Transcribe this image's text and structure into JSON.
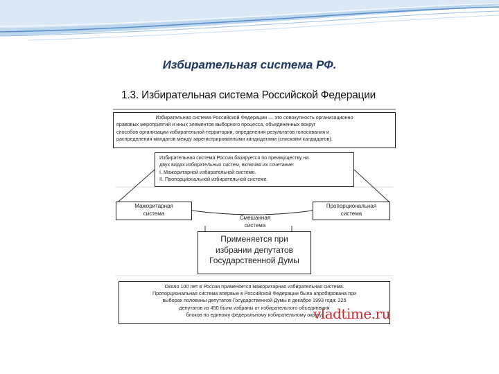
{
  "slide": {
    "title": "Избирательная система РФ."
  },
  "figure": {
    "heading": "1.3. Избирательная система Российской Федерации",
    "definition": {
      "lines": [
        "Избирательная система Российской Федерации — это совокупность организационно",
        "правовых мероприятий и иных элементов выборного процесса, объединенных вокруг",
        "способов организации избирательной территории, определения результатов голосования и",
        "распределения мандатов между зарегистрированными кандидатами (списками кандидатов)."
      ]
    },
    "rf_box": {
      "lines": [
        "Избирательная система России базируется по преимуществу на",
        "двух видах избирательных систем, включая их сочетание:",
        "I. Мажоритарной избирательной системе.",
        "II. Пропорциональной избирательной системе."
      ]
    },
    "majoritarian": {
      "line1": "Мажоритарная",
      "line2": "система"
    },
    "proportional": {
      "line1": "Пропорциональная",
      "line2": "система"
    },
    "mixed": {
      "line1": "Смешанная",
      "line2": "система"
    },
    "duma_box": {
      "line1": "Применяется при",
      "line2": "избрании депутатов",
      "line3": "Государственной Думы"
    },
    "history_box": {
      "lines": [
        "Около 100 лет в России применяется мажоритарная избирательная система.",
        "Пропорциональная система впервые в Российской Федерации была апробирована при",
        "выборах половины депутатов Государственной Думы в декабре 1993 года: 225",
        "депутатов из 450 были избраны от избирательного объединения",
        "блоков по единому федеральному избирательному округу."
      ]
    }
  },
  "watermark": {
    "text": "vladtime.ru"
  },
  "colors": {
    "title": "#1f3864",
    "wave_light": "#bcd6ee",
    "wave_dark": "#5b8fc9",
    "watermark": "#c0292d"
  }
}
